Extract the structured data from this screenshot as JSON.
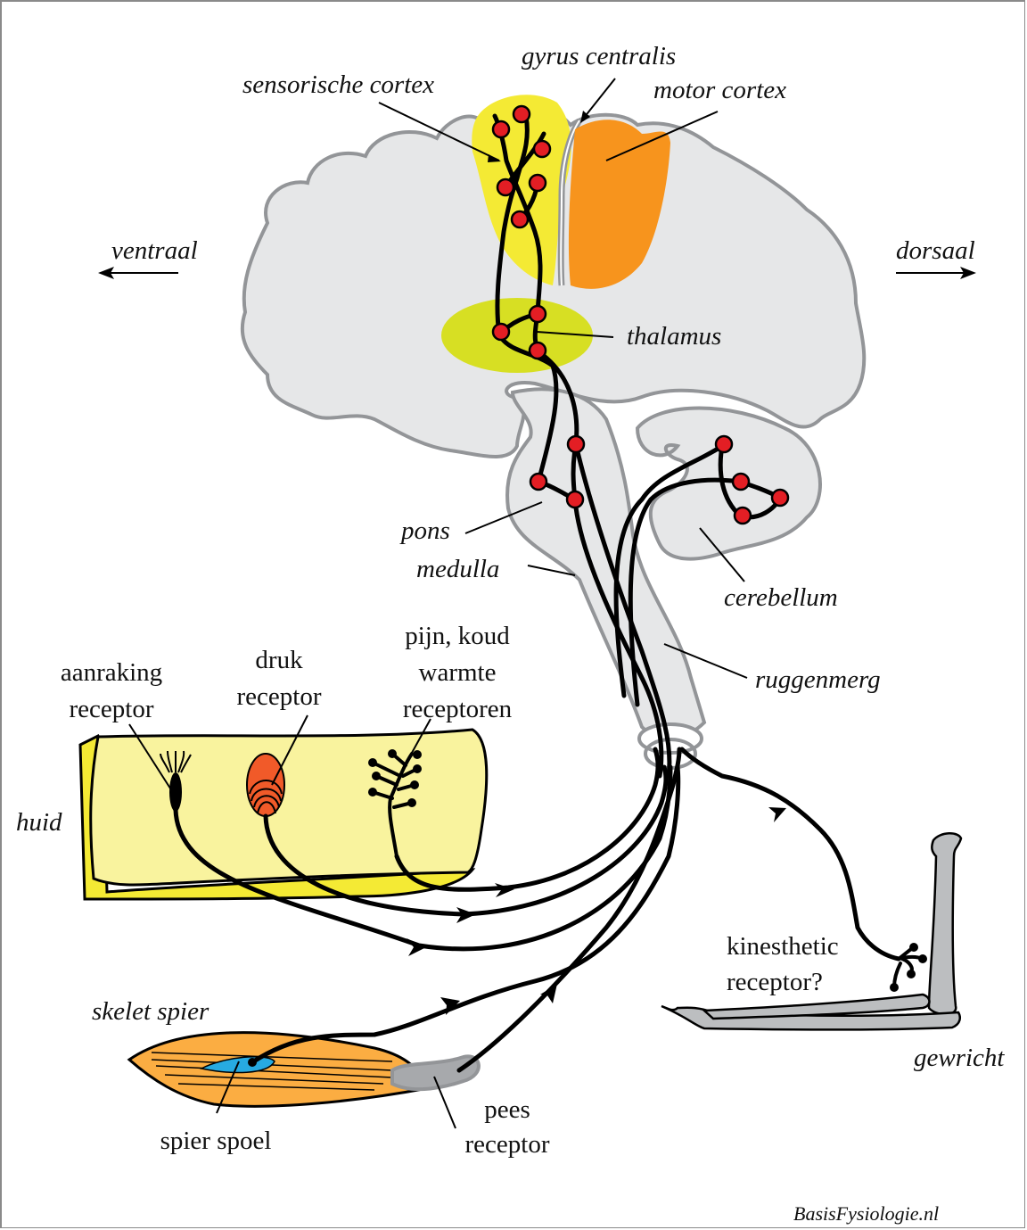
{
  "diagram": {
    "title": "Sensorische banen: receptoren naar de hersenen",
    "colors": {
      "brain_fill": "#e6e7e8",
      "brain_outline": "#939598",
      "sensory_cortex": "#f4ea34",
      "motor_cortex": "#f7941d",
      "thalamus": "#d7df23",
      "synapse": "#e31e24",
      "skin_inner": "#f9f39e",
      "skin_edge": "#f4ea34",
      "pressure_receptor": "#f15a29",
      "muscle": "#fbad42",
      "muscle_spindle": "#27aae1",
      "tendon": "#a7a9ac",
      "bone": "#bcbec0"
    },
    "orientation": {
      "left": "ventraal",
      "right": "dorsaal"
    },
    "brain_labels": {
      "sensory_cortex": "sensorische cortex",
      "central_gyrus": "gyrus centralis",
      "motor_cortex": "motor cortex",
      "thalamus": "thalamus",
      "pons": "pons",
      "medulla": "medulla",
      "cerebellum": "cerebellum",
      "spinal_cord": "ruggenmerg"
    },
    "skin": {
      "label": "huid",
      "touch_receptor": [
        "aanraking",
        "receptor"
      ],
      "pressure_receptor": [
        "druk",
        "receptor"
      ],
      "pain_temp_receptors": [
        "pijn, koud",
        "warmte",
        "receptoren"
      ]
    },
    "muscle": {
      "label": "skelet spier",
      "spindle": "spier spoel",
      "tendon_receptor": [
        "pees",
        "receptor"
      ]
    },
    "joint": {
      "label": "gewricht",
      "kinesthetic_receptor": [
        "kinesthetic",
        "receptor?"
      ]
    },
    "watermark": "BasisFysiologie.nl"
  }
}
